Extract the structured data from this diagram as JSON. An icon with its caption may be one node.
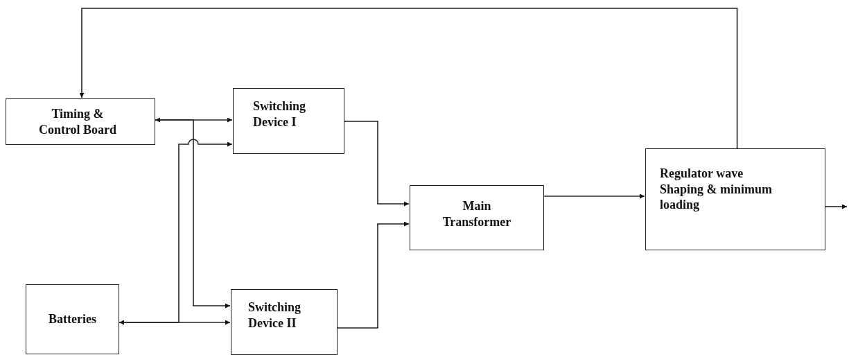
{
  "diagram": {
    "nodes": [
      {
        "text": [
          "Timing & Control Board"
        ]
      },
      {
        "text": [
          "Switching Device I"
        ]
      },
      {
        "text": [
          "Main Transformer"
        ]
      },
      {
        "text": [
          "Regulator wave Shaping & minimum loading"
        ]
      },
      {
        "text": [
          "Batteries"
        ]
      },
      {
        "text": [
          "Switching Device II"
        ]
      }
    ],
    "edges": [
      {
        "from": 3,
        "to": 0,
        "arrow": "to"
      },
      {
        "from": 0,
        "to": 1,
        "arrow": "both"
      },
      {
        "from": 0,
        "to": 5,
        "arrow": "to"
      },
      {
        "from": 4,
        "to": 5,
        "arrow": "both"
      },
      {
        "from": 4,
        "to": 1,
        "arrow": "to"
      },
      {
        "from": 1,
        "to": 2,
        "arrow": "to"
      },
      {
        "from": 5,
        "to": 2,
        "arrow": "to"
      },
      {
        "from": 2,
        "to": 3,
        "arrow": "to"
      },
      {
        "from": 3,
        "to": null,
        "arrow": "to"
      }
    ]
  }
}
